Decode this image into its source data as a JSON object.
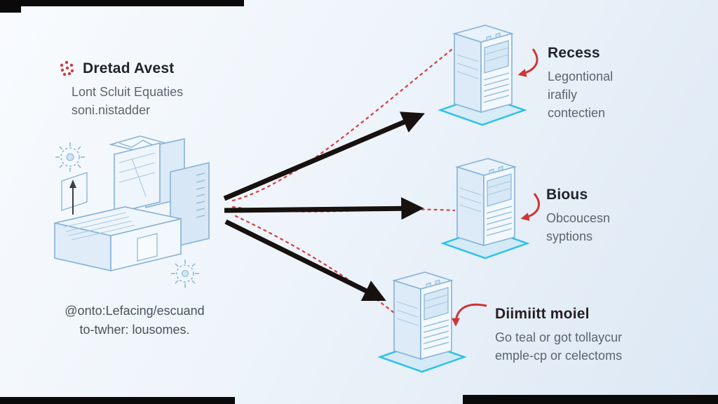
{
  "colors": {
    "line_blue": "#86b1d6",
    "fill_blue": "#e9f2fa",
    "fill_blue_dark": "#d8e8f5",
    "cyan": "#2fc0e8",
    "arrow_black": "#17110f",
    "red": "#d63a3a",
    "title_text": "#20242b",
    "body_text": "#5c646e"
  },
  "left_block": {
    "icon": "red-dots-burst-icon",
    "title": "Dretad Avest",
    "subtitle_lines": [
      "Lont Scluit Equaties",
      "soni.nistadder"
    ],
    "caption_lines": [
      "@onto:Lefacing/escuand",
      "to-twher: lousomes."
    ]
  },
  "nodes": [
    {
      "id": "top-server",
      "title": "Recess",
      "desc_lines": [
        "Legontional",
        "irafily",
        "contectien"
      ]
    },
    {
      "id": "middle-server",
      "title": "Bious",
      "desc_lines": [
        "Obcoucesn",
        "syptions"
      ]
    },
    {
      "id": "bottom-server",
      "title": "Diimiitt moiel",
      "desc_lines": [
        "Go teal or got tollaycur",
        "emple-cp or celectoms"
      ]
    }
  ]
}
